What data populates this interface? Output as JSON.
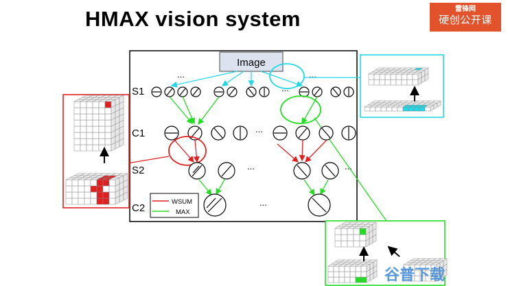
{
  "header": {
    "title": "HMAX vision system"
  },
  "logo": {
    "line1": "雷锋网",
    "line2": "硬创公开课"
  },
  "diagram": {
    "image_label": "Image",
    "layer_labels": {
      "s1": "S1",
      "c1": "C1",
      "s2": "S2",
      "c2": "C2"
    },
    "ellipsis": "...",
    "legend": {
      "wsum": "WSUM",
      "max": "MAX"
    },
    "colors": {
      "wsum": "#e02020",
      "max": "#22dd22",
      "s1_link": "#22d8e8",
      "frame": "#000000"
    }
  },
  "watermark": {
    "text": "谷普下载"
  }
}
